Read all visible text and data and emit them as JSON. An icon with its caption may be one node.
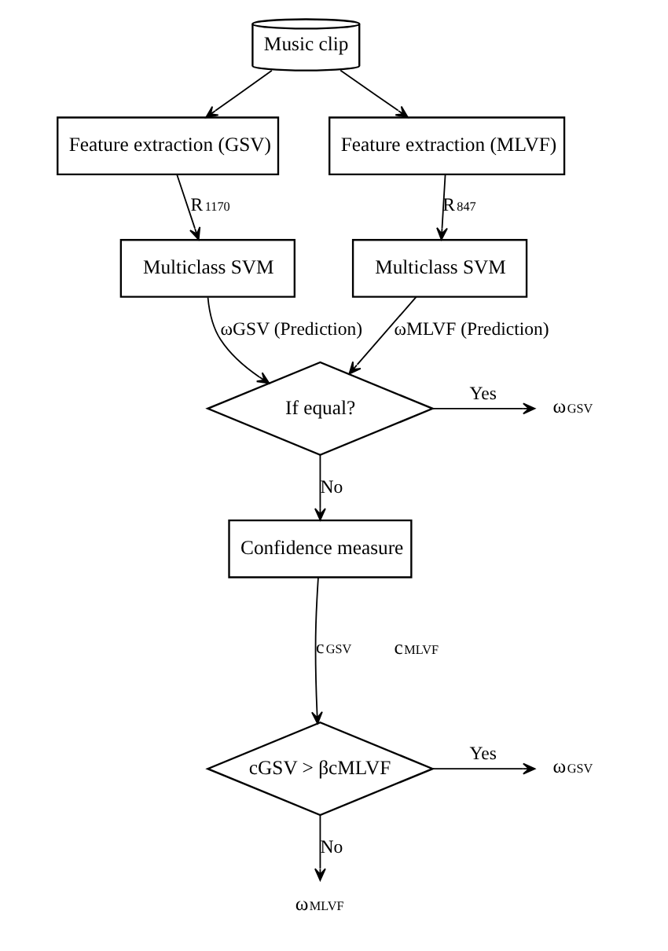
{
  "diagram": {
    "nodes": [
      {
        "text": [
          "Music clip"
        ]
      },
      {
        "text": [
          "Feature extraction (GSV)"
        ]
      },
      {
        "text": [
          "Feature extraction (MLVF)"
        ]
      },
      {
        "text": [
          "Multiclass SVM"
        ]
      },
      {
        "text": [
          "Multiclass SVM"
        ]
      },
      {
        "text": [
          "If equal?"
        ]
      },
      {
        "text": [
          "ω$_{GSV}$"
        ]
      },
      {
        "text": [
          "Confidence measure"
        ]
      },
      {
        "text": [
          "cGSV > βcMLVF"
        ]
      },
      {
        "text": [
          "ω$_{GSV}$"
        ]
      },
      {
        "text": [
          "ω$_{MLVF}$"
        ]
      }
    ],
    "edges": [
      {
        "from": 0,
        "to": 1,
        "arrow": "to"
      },
      {
        "from": 0,
        "to": 2,
        "arrow": "to"
      },
      {
        "from": 1,
        "to": 3,
        "arrow": "to",
        "label": "R$^{1170}$"
      },
      {
        "from": 2,
        "to": 4,
        "arrow": "to",
        "label": "R$^{847}$"
      },
      {
        "from": 3,
        "to": 5,
        "arrow": "to",
        "label": "ωGSV (Prediction)"
      },
      {
        "from": 4,
        "to": 5,
        "arrow": "to",
        "label": "ωMLVF (Prediction)"
      },
      {
        "from": 5,
        "to": 6,
        "arrow": "to",
        "label": "Yes"
      },
      {
        "from": 5,
        "to": 7,
        "arrow": "to",
        "label": "No"
      },
      {
        "from": 7,
        "to": 8,
        "arrow": "to",
        "label": "c$_{GSV}$"
      },
      {
        "from": 8,
        "to": 9,
        "arrow": "to",
        "label": "Yes"
      },
      {
        "from": 8,
        "to": 10,
        "arrow": "to",
        "label": "No"
      }
    ],
    "labels": [
      "c$_{MLVF}$"
    ]
  }
}
